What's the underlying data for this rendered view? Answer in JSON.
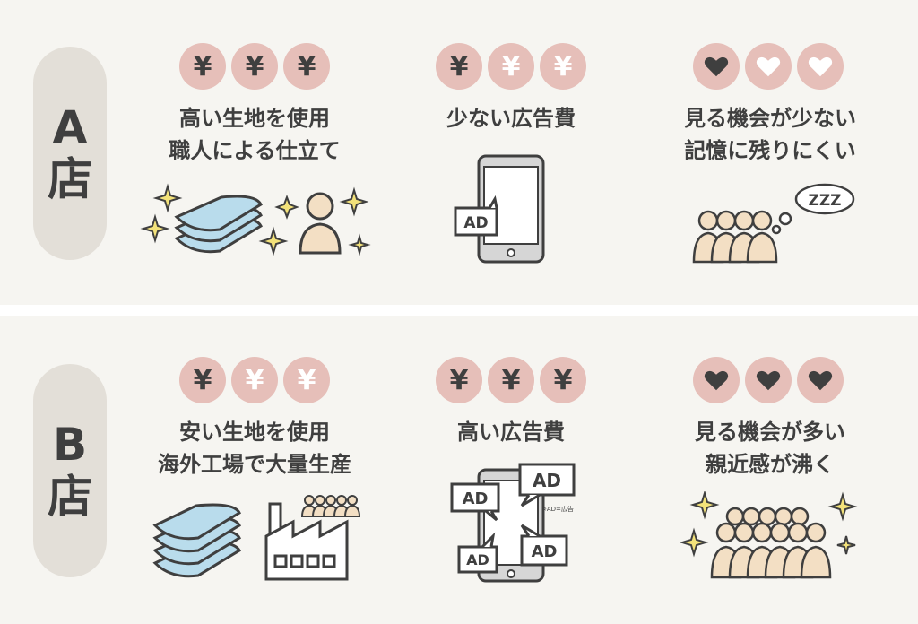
{
  "stores": [
    {
      "label_letter": "A",
      "label_char": "店",
      "columns": [
        {
          "lines": [
            "高い生地を使用",
            "職人による仕立て"
          ],
          "symbols": [
            "¥",
            "¥",
            "¥"
          ],
          "active": [
            true,
            true,
            true
          ],
          "kind": "yen"
        },
        {
          "lines": [
            "少ない広告費"
          ],
          "symbols": [
            "¥",
            "¥",
            "¥"
          ],
          "active": [
            true,
            false,
            false
          ],
          "kind": "yen"
        },
        {
          "lines": [
            "見る機会が少ない",
            "記憶に残りにくい"
          ],
          "active": [
            true,
            false,
            false
          ],
          "kind": "heart"
        }
      ],
      "ad_badges": [
        "AD"
      ],
      "sleep_text": "ZZZ"
    },
    {
      "label_letter": "B",
      "label_char": "店",
      "columns": [
        {
          "lines": [
            "安い生地を使用",
            "海外工場で大量生産"
          ],
          "symbols": [
            "¥",
            "¥",
            "¥"
          ],
          "active": [
            true,
            false,
            false
          ],
          "kind": "yen"
        },
        {
          "lines": [
            "高い広告費"
          ],
          "symbols": [
            "¥",
            "¥",
            "¥"
          ],
          "active": [
            true,
            true,
            true
          ],
          "kind": "yen"
        },
        {
          "lines": [
            "見る機会が多い",
            "親近感が沸く"
          ],
          "active": [
            true,
            true,
            true
          ],
          "kind": "heart"
        }
      ],
      "ad_badges": [
        "AD",
        "AD",
        "AD",
        "AD"
      ],
      "ad_note": "※AD=広告"
    }
  ],
  "colors": {
    "accent_coin": "#e6bfb9",
    "panel": "#f6f5f1",
    "pill": "#e3dfd8",
    "cloth": "#b9dcec",
    "skin": "#f3dfc4"
  }
}
